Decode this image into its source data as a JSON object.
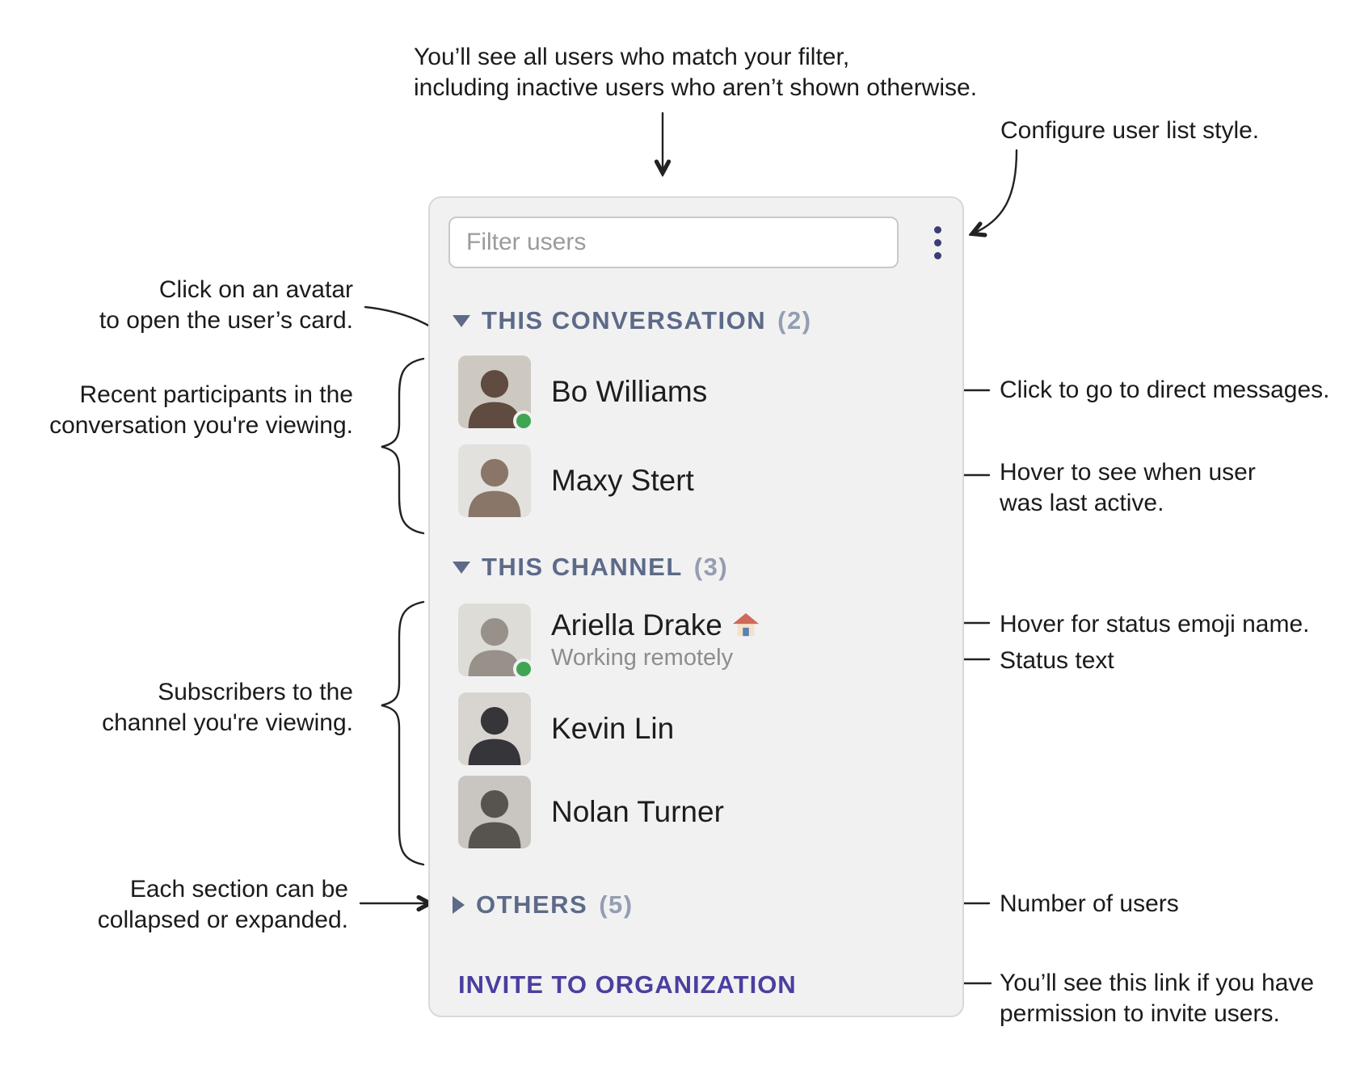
{
  "panel": {
    "filter": {
      "placeholder": "Filter users"
    },
    "menu_icon": "vertical-ellipsis",
    "sections": [
      {
        "label": "THIS CONVERSATION",
        "count": "(2)",
        "state": "expanded"
      },
      {
        "label": "THIS CHANNEL",
        "count": "(3)",
        "state": "expanded"
      },
      {
        "label": "OTHERS",
        "count": "(5)",
        "state": "collapsed"
      }
    ],
    "users": [
      {
        "name": "Bo Williams",
        "presence": "active"
      },
      {
        "name": "Maxy Stert",
        "presence": "none"
      },
      {
        "name": "Ariella Drake",
        "status_emoji": "house",
        "status_text": "Working remotely",
        "presence": "active"
      },
      {
        "name": "Kevin Lin",
        "presence": "none"
      },
      {
        "name": "Nolan Turner",
        "presence": "none"
      }
    ],
    "invite_label": "INVITE TO ORGANIZATION"
  },
  "annotations": {
    "top": "You’ll see all users who match your filter,\nincluding inactive users who aren’t shown otherwise.",
    "configure": "Configure user list style.",
    "avatar_card": "Click on an avatar\nto open the user’s card.",
    "participants": "Recent participants in the\nconversation you're viewing.",
    "direct_messages": "Click to go to direct messages.",
    "last_active": "Hover to see when user\nwas last active.",
    "status_emoji": "Hover for status emoji name.",
    "status_text": "Status text",
    "subscribers": "Subscribers to the\nchannel you're viewing.",
    "collapse": "Each section can be\ncollapsed or expanded.",
    "user_count": "Number of users",
    "invite": "You’ll see this link if you have\npermission to invite users."
  },
  "colors": {
    "section_header": "#5d6a88",
    "section_count": "#949db2",
    "invite_link": "#4a3f9f",
    "presence_active": "#3fa552",
    "menu_dots": "#3c3d77",
    "panel_background": "#f1f1f2"
  }
}
